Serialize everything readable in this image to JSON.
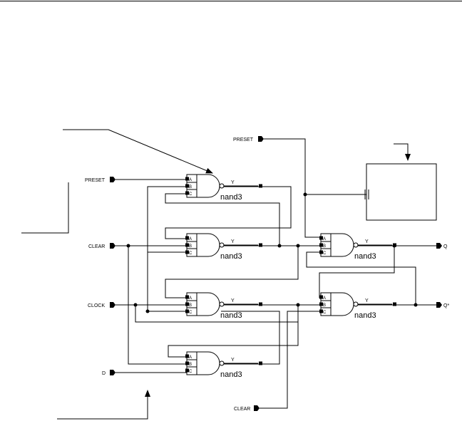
{
  "colors": {
    "ink": "#000000",
    "background": "#ffffff"
  },
  "gate_type_label": "nand3",
  "pin_labels": {
    "a": "A",
    "b": "B",
    "c": "C",
    "y": "Y"
  },
  "input_ports": {
    "preset_top": "PRESET",
    "preset_left": "PRESET",
    "clear_left": "CLEAR",
    "clock": "CLOCK",
    "d": "D",
    "clear_bottom": "CLEAR"
  },
  "output_ports": {
    "q": "Q",
    "q_bar": "Q*"
  }
}
